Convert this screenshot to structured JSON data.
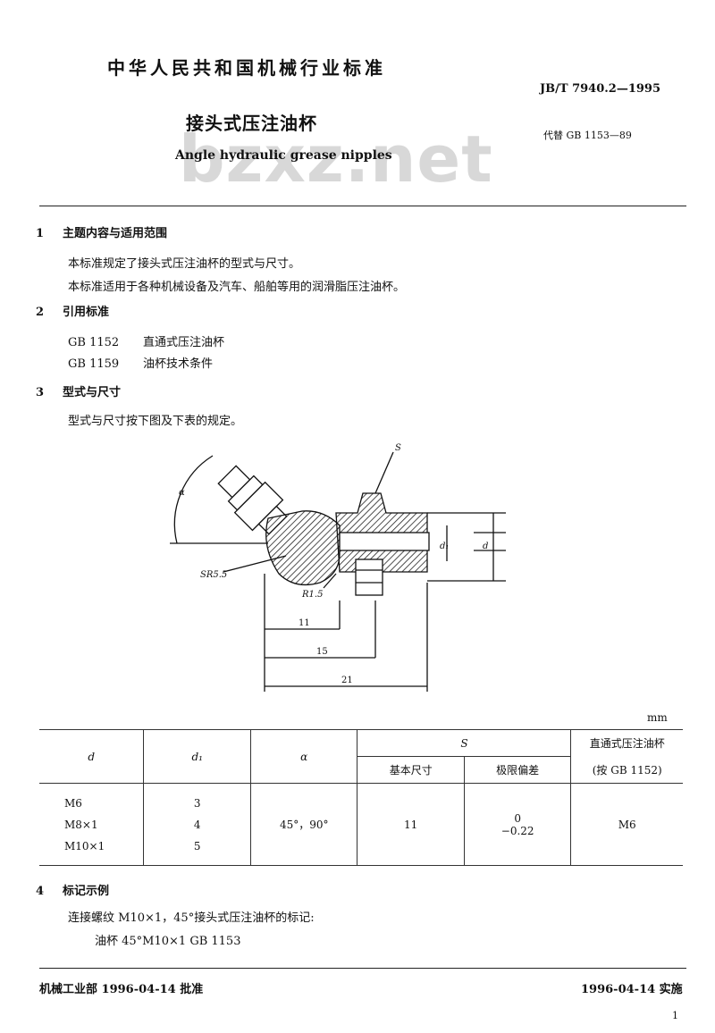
{
  "header": {
    "org_title": "中华人民共和国机械行业标准",
    "standard_no": "JB/T 7940.2—1995",
    "title_cn": "接头式压注油杯",
    "replaces": "代替 GB 1153—89",
    "title_en": "Angle hydraulic grease nipples",
    "watermark": "bzxz.net"
  },
  "sections": {
    "s1": {
      "num": "1",
      "heading": "主题内容与适用范围",
      "p1": "本标准规定了接头式压注油杯的型式与尺寸。",
      "p2": "本标准适用于各种机械设备及汽车、船舶等用的润滑脂压注油杯。"
    },
    "s2": {
      "num": "2",
      "heading": "引用标准",
      "ref1_code": "GB 1152",
      "ref1_name": "直通式压注油杯",
      "ref2_code": "GB 1159",
      "ref2_name": "油杯技术条件"
    },
    "s3": {
      "num": "3",
      "heading": "型式与尺寸",
      "p1": "型式与尺寸按下图及下表的规定。"
    },
    "s4": {
      "num": "4",
      "heading": "标记示例",
      "p1": "连接螺纹 M10×1，45°接头式压注油杯的标记:",
      "p2": "油杯 45°M10×1  GB 1153"
    }
  },
  "diagram": {
    "label_s": "S",
    "label_alpha": "α",
    "label_sr": "SR5.5",
    "label_r": "R1.5",
    "label_d1": "d₁",
    "label_d": "d",
    "dim_11": "11",
    "dim_15": "15",
    "dim_21": "21"
  },
  "table": {
    "unit": "mm",
    "headers": {
      "d": "d",
      "d1": "d₁",
      "alpha": "α",
      "s": "S",
      "s_basic": "基本尺寸",
      "s_tol": "极限偏差",
      "straight": "直通式压注油杯",
      "straight_ref": "(按 GB 1152)"
    },
    "rows": [
      {
        "d": "M6",
        "d1": "3"
      },
      {
        "d": "M8×1",
        "d1": "4"
      },
      {
        "d": "M10×1",
        "d1": "5"
      }
    ],
    "alpha_value": "45°，90°",
    "s_basic_value": "11",
    "s_tol_upper": "0",
    "s_tol_lower": "−0.22",
    "straight_value": "M6"
  },
  "footer": {
    "approval": "机械工业部 1996-04-14 批准",
    "implement": "1996-04-14 实施",
    "page": "1"
  }
}
